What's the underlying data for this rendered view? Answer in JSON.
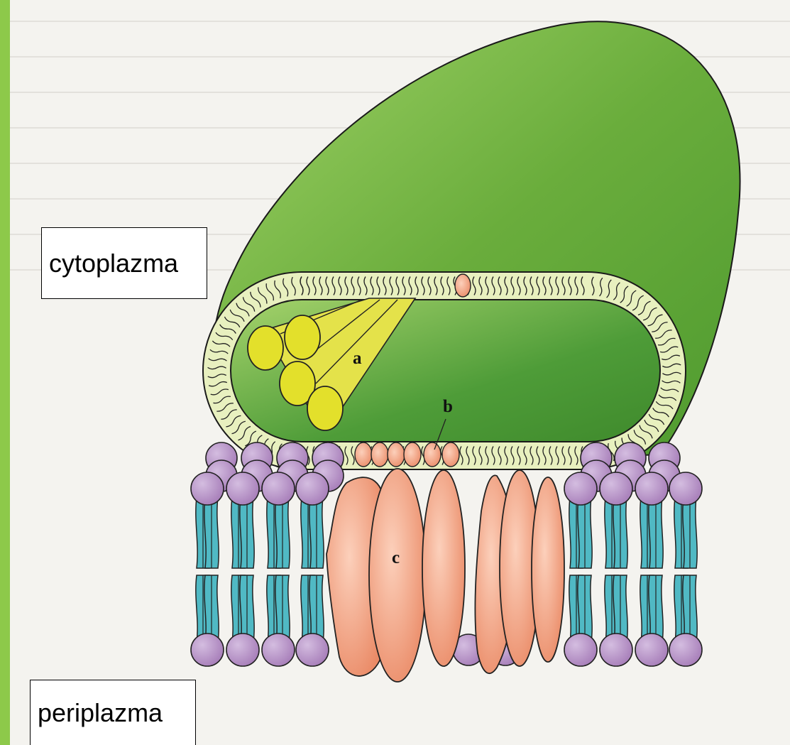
{
  "diagram": {
    "labels": {
      "cytoplasm": "cytoplazma",
      "periplasm": "periplazma"
    },
    "parts": {
      "a": "a",
      "b": "b",
      "c": "c"
    }
  },
  "colors": {
    "frame": "#8dc94a",
    "tube_green": "#6ab33a",
    "membrane_ring": "#e6efbe",
    "rods": "#dedc2e",
    "protein": "#f0987a",
    "lipid_head": "#b68fc5",
    "lipid_tail": "#50b9c4"
  }
}
